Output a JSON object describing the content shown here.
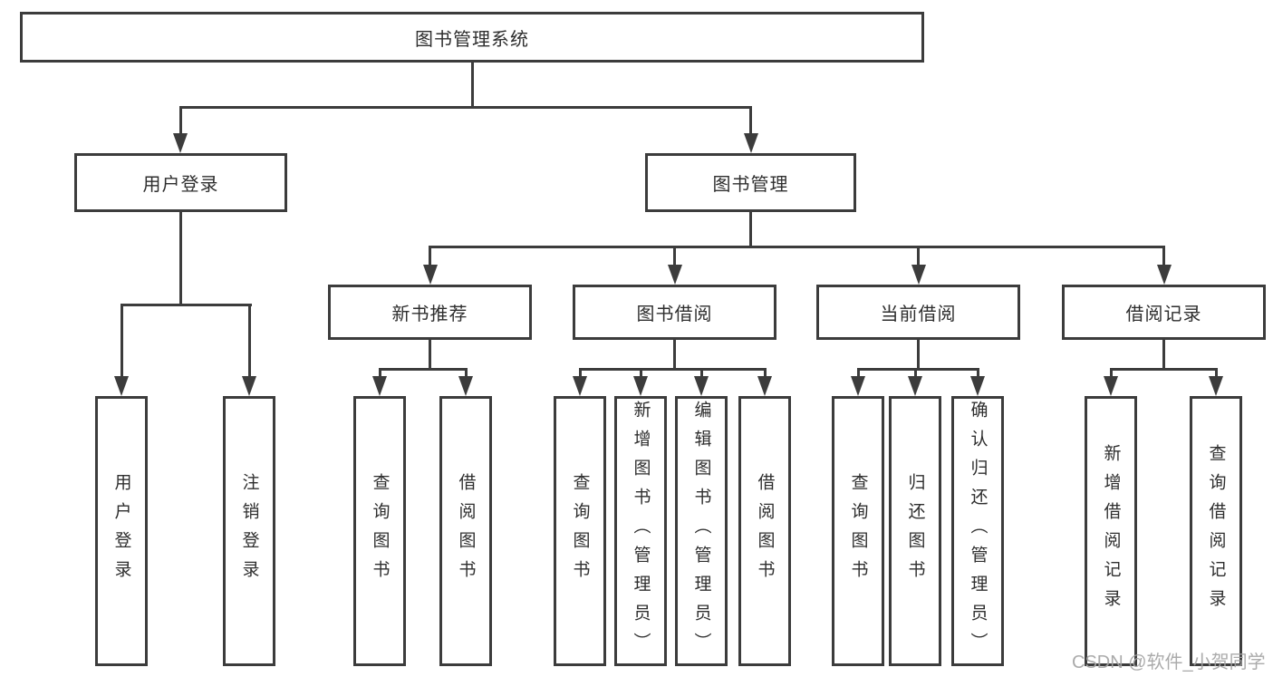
{
  "title": "图书管理系统",
  "level1": [
    "用户登录",
    "图书管理"
  ],
  "level2": [
    "新书推荐",
    "图书借阅",
    "当前借阅",
    "借阅记录"
  ],
  "children": {
    "user_login": [
      "用户登录",
      "注销登录"
    ],
    "new_book_recommend": [
      "查询图书",
      "借阅图书"
    ],
    "book_borrow": [
      "查询图书",
      "新增图书（管理员）",
      "编辑图书（管理员）",
      "借阅图书"
    ],
    "current_borrow": [
      "查询图书",
      "归还图书",
      "确认归还（管理员）"
    ],
    "borrow_record": [
      "新增借阅记录",
      "查询借阅记录"
    ]
  },
  "watermark": {
    "text": "CSDN @软件_小贺同学",
    "color": "#a4a4a4"
  },
  "colors": {
    "line": "#3c3c3c",
    "text": "#2e2e2e",
    "background": "#ffffff"
  }
}
